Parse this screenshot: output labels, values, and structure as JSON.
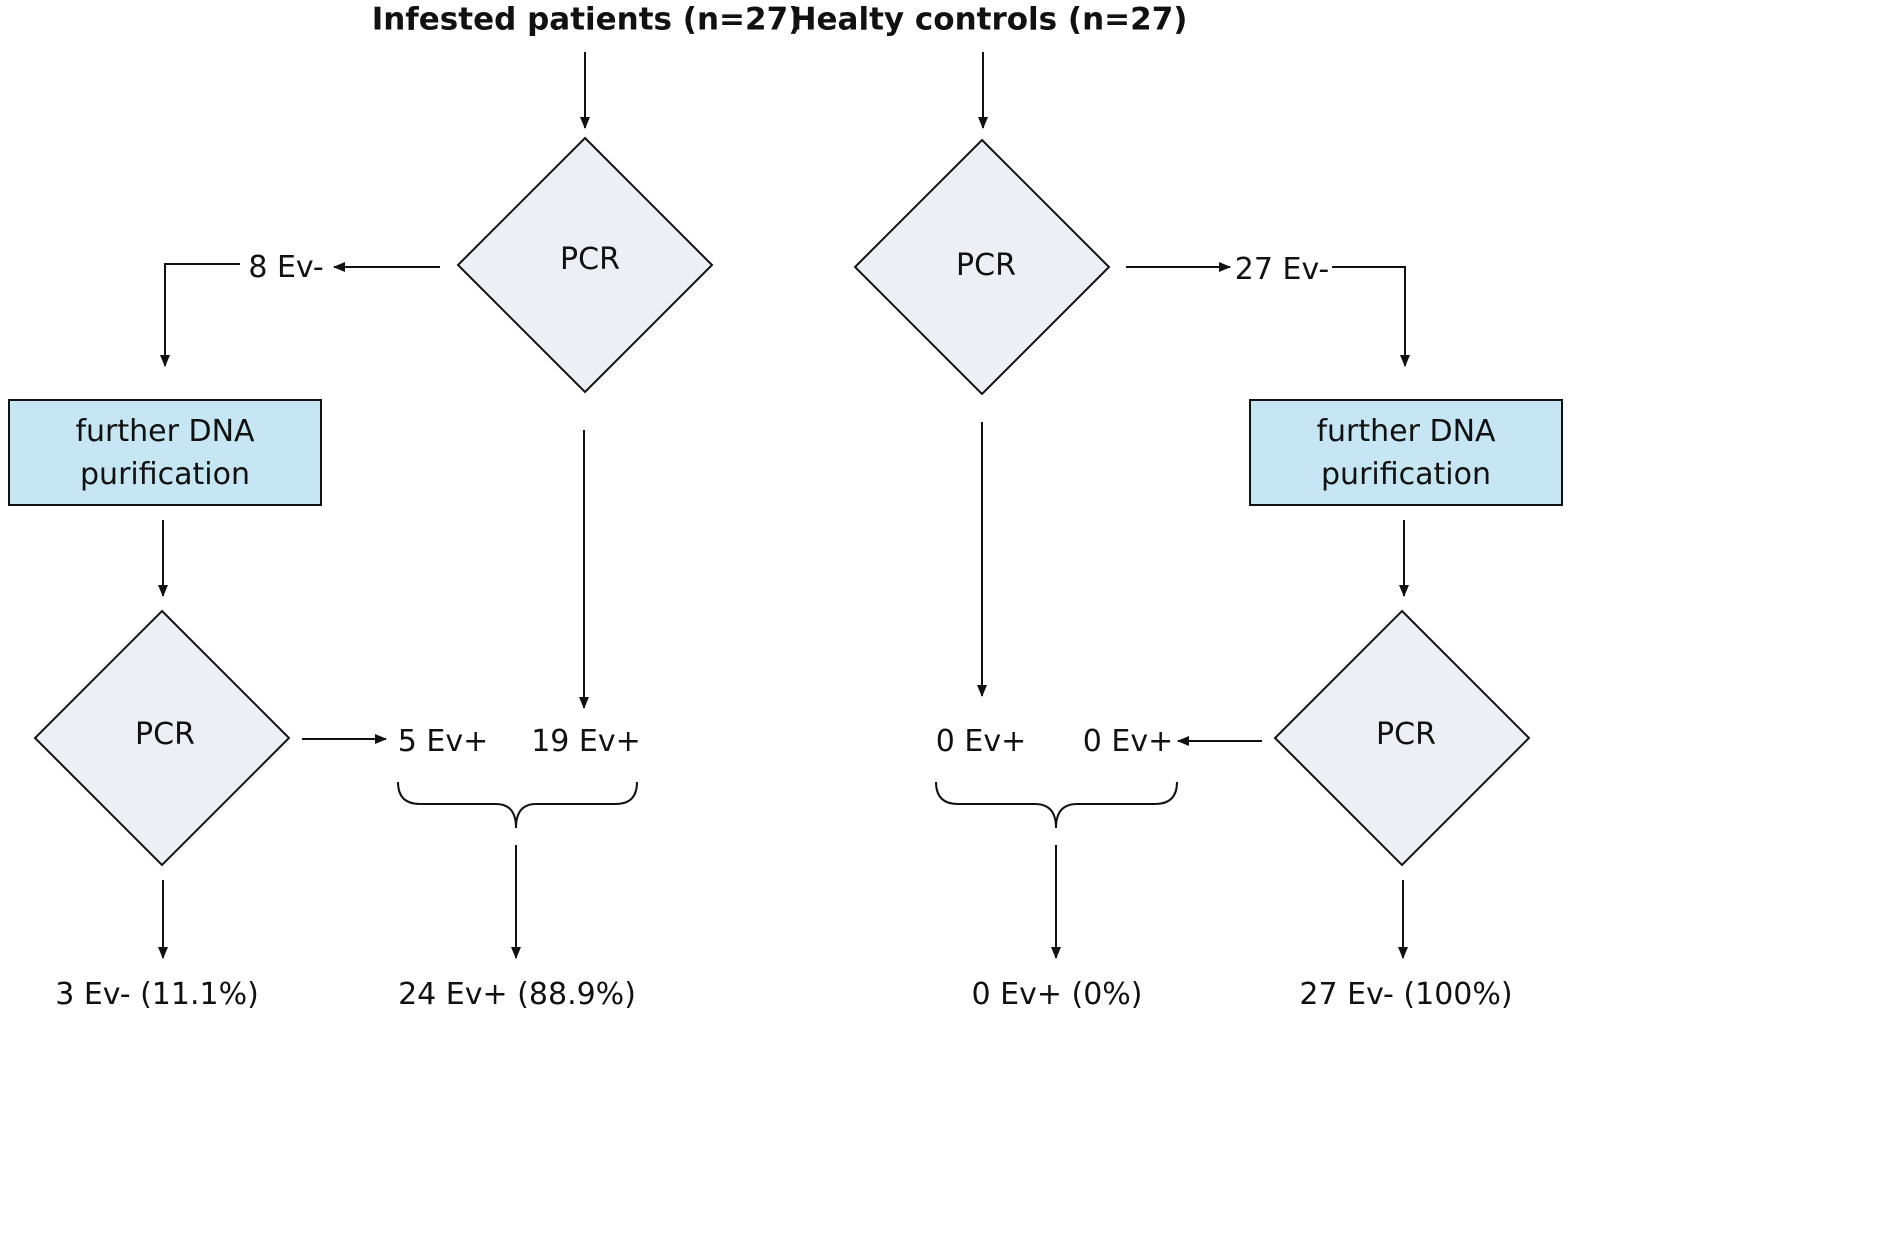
{
  "headers": {
    "infested": "Infested patients (n=27)",
    "controls": "Healty controls (n=27)"
  },
  "step_labels": {
    "pcr": "PCR",
    "purification_line1": "further DNA",
    "purification_line2": "purification"
  },
  "infested_branch": {
    "negative_first": "8 Ev-",
    "positive_after_purification": "5 Ev+",
    "positive_first": "19 Ev+",
    "negative_final": "3 Ev-  (11.1%)",
    "positive_total": "24 Ev+  (88.9%)"
  },
  "control_branch": {
    "negative_first": "27 Ev-",
    "positive_first": "0 Ev+",
    "positive_after_purification": "0 Ev+",
    "positive_total": "0 Ev+ (0%)",
    "negative_final": "27 Ev- (100%)"
  },
  "colors": {
    "diamond_fill": "#eceff6",
    "box_fill": "#c5e6f2",
    "stroke": "#111111"
  }
}
